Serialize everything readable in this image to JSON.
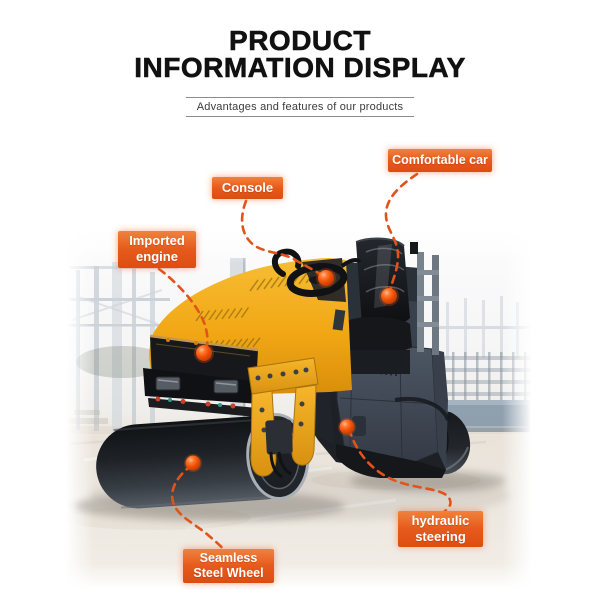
{
  "header": {
    "title_line1": "PRODUCT",
    "title_line2": "INFORMATION DISPLAY",
    "subtitle": "Advantages and features of our products"
  },
  "callouts": {
    "comfortable_car": {
      "line1": "Comfortable car"
    },
    "console": {
      "line1": "Console"
    },
    "imported_engine": {
      "line1": "Imported",
      "line2": "engine"
    },
    "hydraulic_steering": {
      "line1": "hydraulic",
      "line2": "steering"
    },
    "seamless_steel_wheel": {
      "line1": "Seamless",
      "line2": "Steel Wheel"
    }
  },
  "product": {
    "subject": "tandem vibratory road roller",
    "scene": "construction site background"
  },
  "palette": {
    "accent_orange": "#e65c1f",
    "dash_orange": "#e2531b",
    "dot_orange": "#f04f06",
    "machine_yellow": "#f0a414",
    "machine_gray": "#454e5b",
    "drum_dark": "#1c1f23",
    "title_black": "#111111"
  }
}
